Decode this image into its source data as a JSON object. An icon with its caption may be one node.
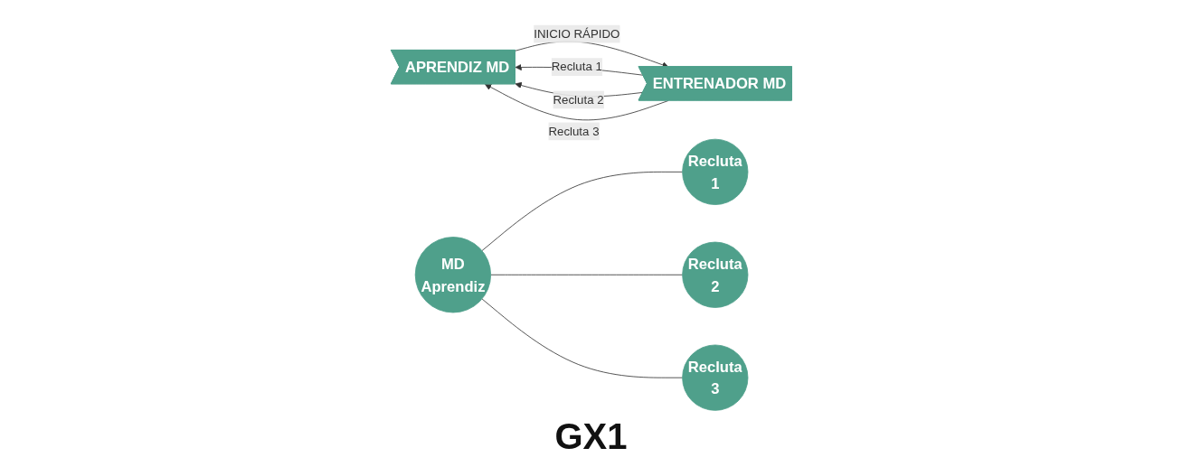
{
  "diagram": {
    "nodes": [
      {
        "text": [
          "APRENDIZ MD"
        ]
      },
      {
        "text": [
          "ENTRENADOR MD"
        ]
      },
      {
        "text": [
          "MD",
          "Aprendiz"
        ]
      },
      {
        "text": [
          "Recluta",
          "1"
        ]
      },
      {
        "text": [
          "Recluta",
          "2"
        ]
      },
      {
        "text": [
          "Recluta",
          "3"
        ]
      }
    ],
    "edges": [
      {
        "from": 0,
        "to": 1,
        "arrow": "to",
        "label": "INICIO RÁPIDO"
      },
      {
        "from": 1,
        "to": 0,
        "arrow": "to",
        "label": "Recluta 1"
      },
      {
        "from": 1,
        "to": 0,
        "arrow": "to",
        "label": "Recluta 2"
      },
      {
        "from": 1,
        "to": 0,
        "arrow": "to",
        "label": "Recluta 3"
      },
      {
        "from": 2,
        "to": 3,
        "arrow": "none"
      },
      {
        "from": 2,
        "to": 4,
        "arrow": "none"
      },
      {
        "from": 2,
        "to": 5,
        "arrow": "none"
      }
    ],
    "labels": [
      "GX1"
    ]
  }
}
